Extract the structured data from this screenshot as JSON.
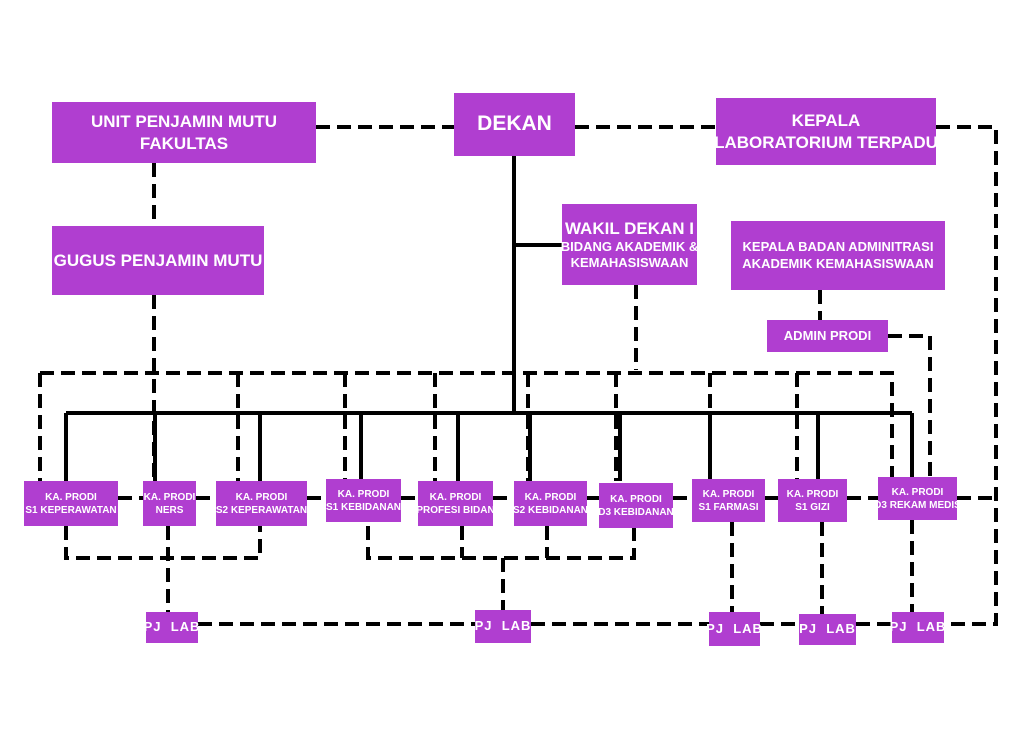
{
  "colors": {
    "box_fill": "#b03ed0",
    "box_text": "#ffffff",
    "line": "#000000",
    "background": "#ffffff"
  },
  "top": {
    "unit_penjamin": [
      "UNIT PENJAMIN MUTU",
      "FAKULTAS"
    ],
    "dekan": "DEKAN",
    "kepala_lab": [
      "KEPALA",
      "LABORATORIUM TERPADU"
    ]
  },
  "gugus": "GUGUS PENJAMIN MUTU",
  "wakil": [
    "WAKIL DEKAN I",
    "BIDANG AKADEMIK &",
    "KEMAHASISWAAN"
  ],
  "kepala_badan": [
    "KEPALA BADAN ADMINITRASI",
    "AKADEMIK KEMAHASISWAAN"
  ],
  "admin_prodi": "ADMIN PRODI",
  "prodi": [
    [
      "KA. PRODI",
      "S1 KEPERAWATAN"
    ],
    [
      "KA. PRODI",
      "NERS"
    ],
    [
      "KA. PRODI",
      "S2 KEPERAWATAN"
    ],
    [
      "KA. PRODI",
      "S1 KEBIDANAN"
    ],
    [
      "KA. PRODI",
      "PROFESI BIDAN"
    ],
    [
      "KA. PRODI",
      "S2 KEBIDANAN"
    ],
    [
      "KA. PRODI",
      "D3 KEBIDANAN"
    ],
    [
      "KA. PRODI",
      "S1 FARMASI"
    ],
    [
      "KA. PRODI",
      "S1 GIZI"
    ],
    [
      "KA. PRODI",
      "D3 REKAM MEDIS"
    ]
  ],
  "pj_lab": [
    "PJ  LAB",
    "PJ  LAB",
    "PJ  LAB",
    "PJ  LAB",
    "PJ  LAB"
  ]
}
